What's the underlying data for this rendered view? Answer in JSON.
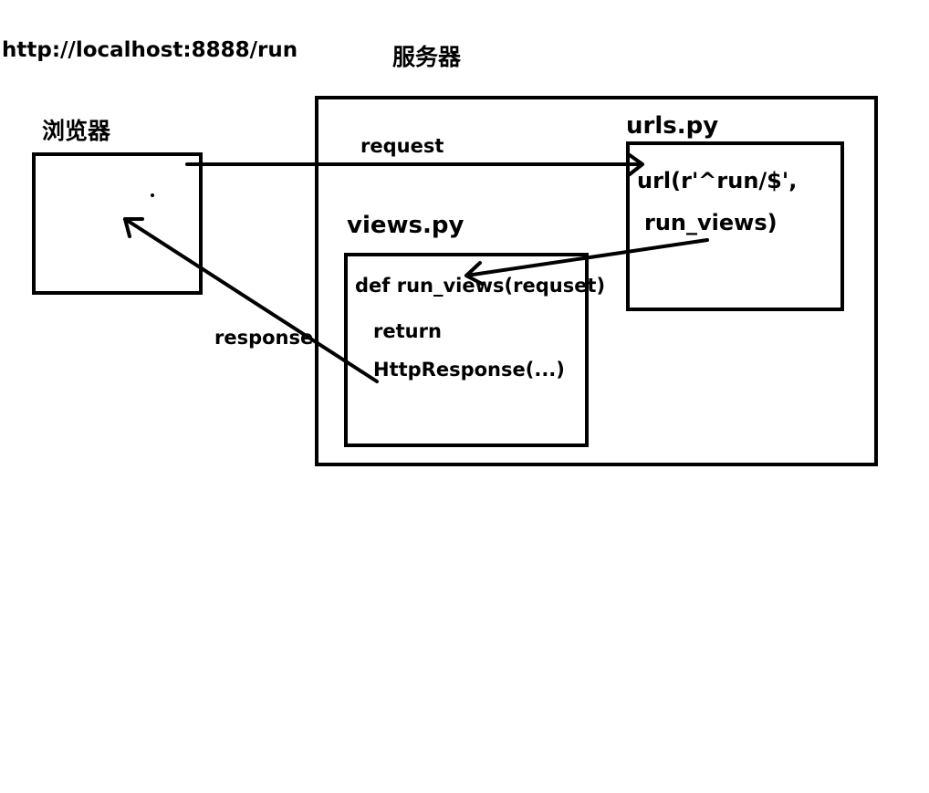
{
  "url": "http://localhost:8888/run",
  "browser": {
    "title": "浏览器"
  },
  "server": {
    "title": "服务器"
  },
  "urls_module": {
    "title": "urls.py",
    "code_line1": "url(r'^run/$',",
    "code_line2": "run_views)"
  },
  "views_module": {
    "title": "views.py",
    "code_line1": "def run_views(requset)",
    "code_line2": "return",
    "code_line3": "HttpResponse(...)"
  },
  "arrows": {
    "request": "request",
    "response": "response"
  },
  "colors": {
    "ink": "#000000",
    "background": "#ffffff"
  }
}
